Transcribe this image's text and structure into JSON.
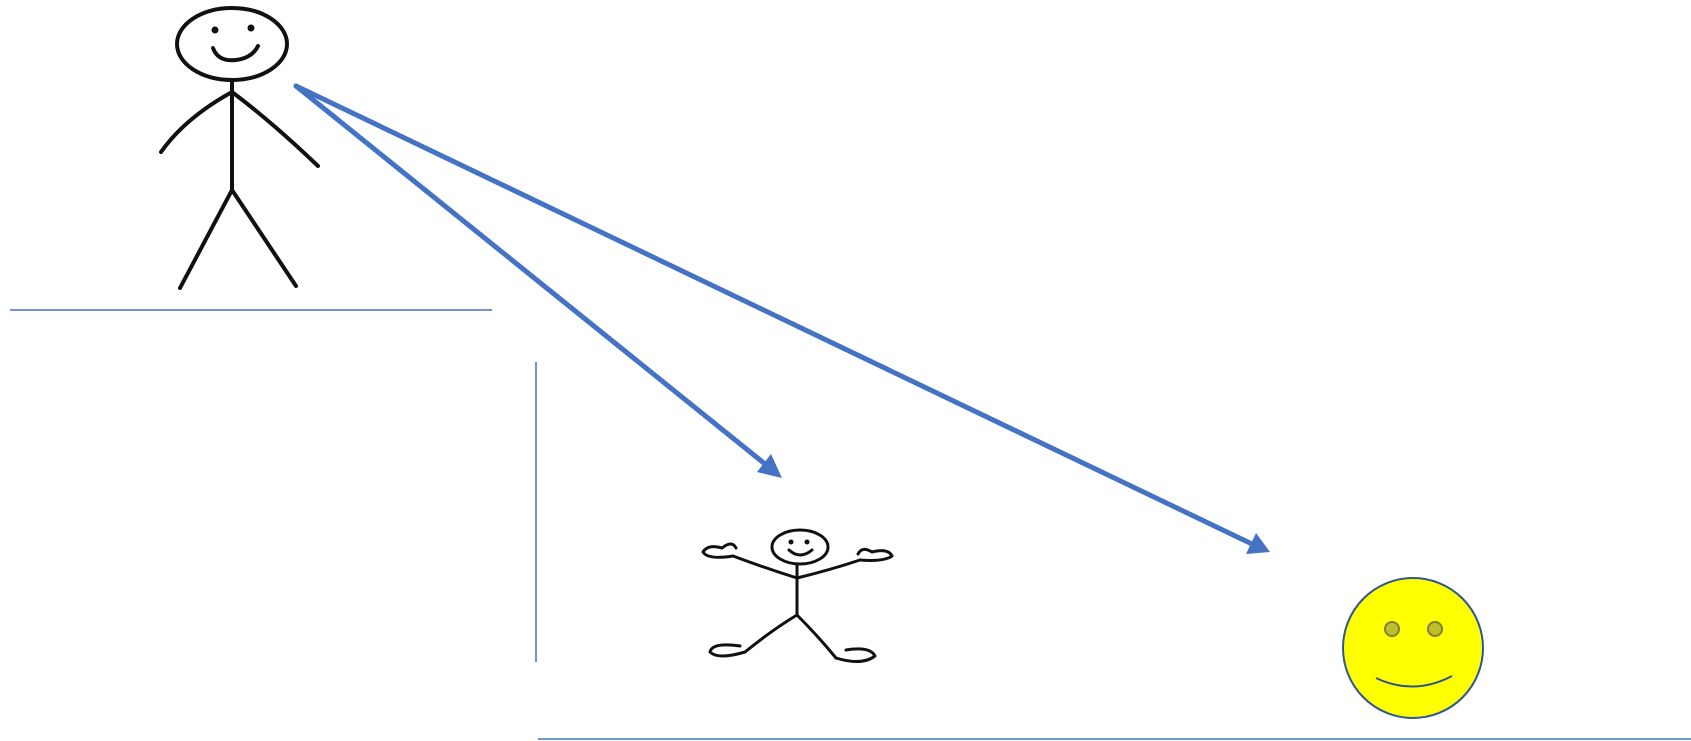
{
  "colors": {
    "arrow": "#4472c4",
    "rule": "#4472c4",
    "ink": "#111111",
    "smiley_fill": "#ffff00",
    "smiley_outline": "#2f5597",
    "smiley_features": "#7f7f3f"
  },
  "diagram": {
    "nodes": [
      {
        "id": "adult",
        "icon": "standing-stick-figure-icon"
      },
      {
        "id": "child",
        "icon": "jumping-stick-figure-icon"
      },
      {
        "id": "smiley",
        "icon": "yellow-smiley-face-icon"
      }
    ],
    "edges": [
      {
        "from": "adult",
        "to": "child"
      },
      {
        "from": "adult",
        "to": "smiley"
      }
    ]
  }
}
